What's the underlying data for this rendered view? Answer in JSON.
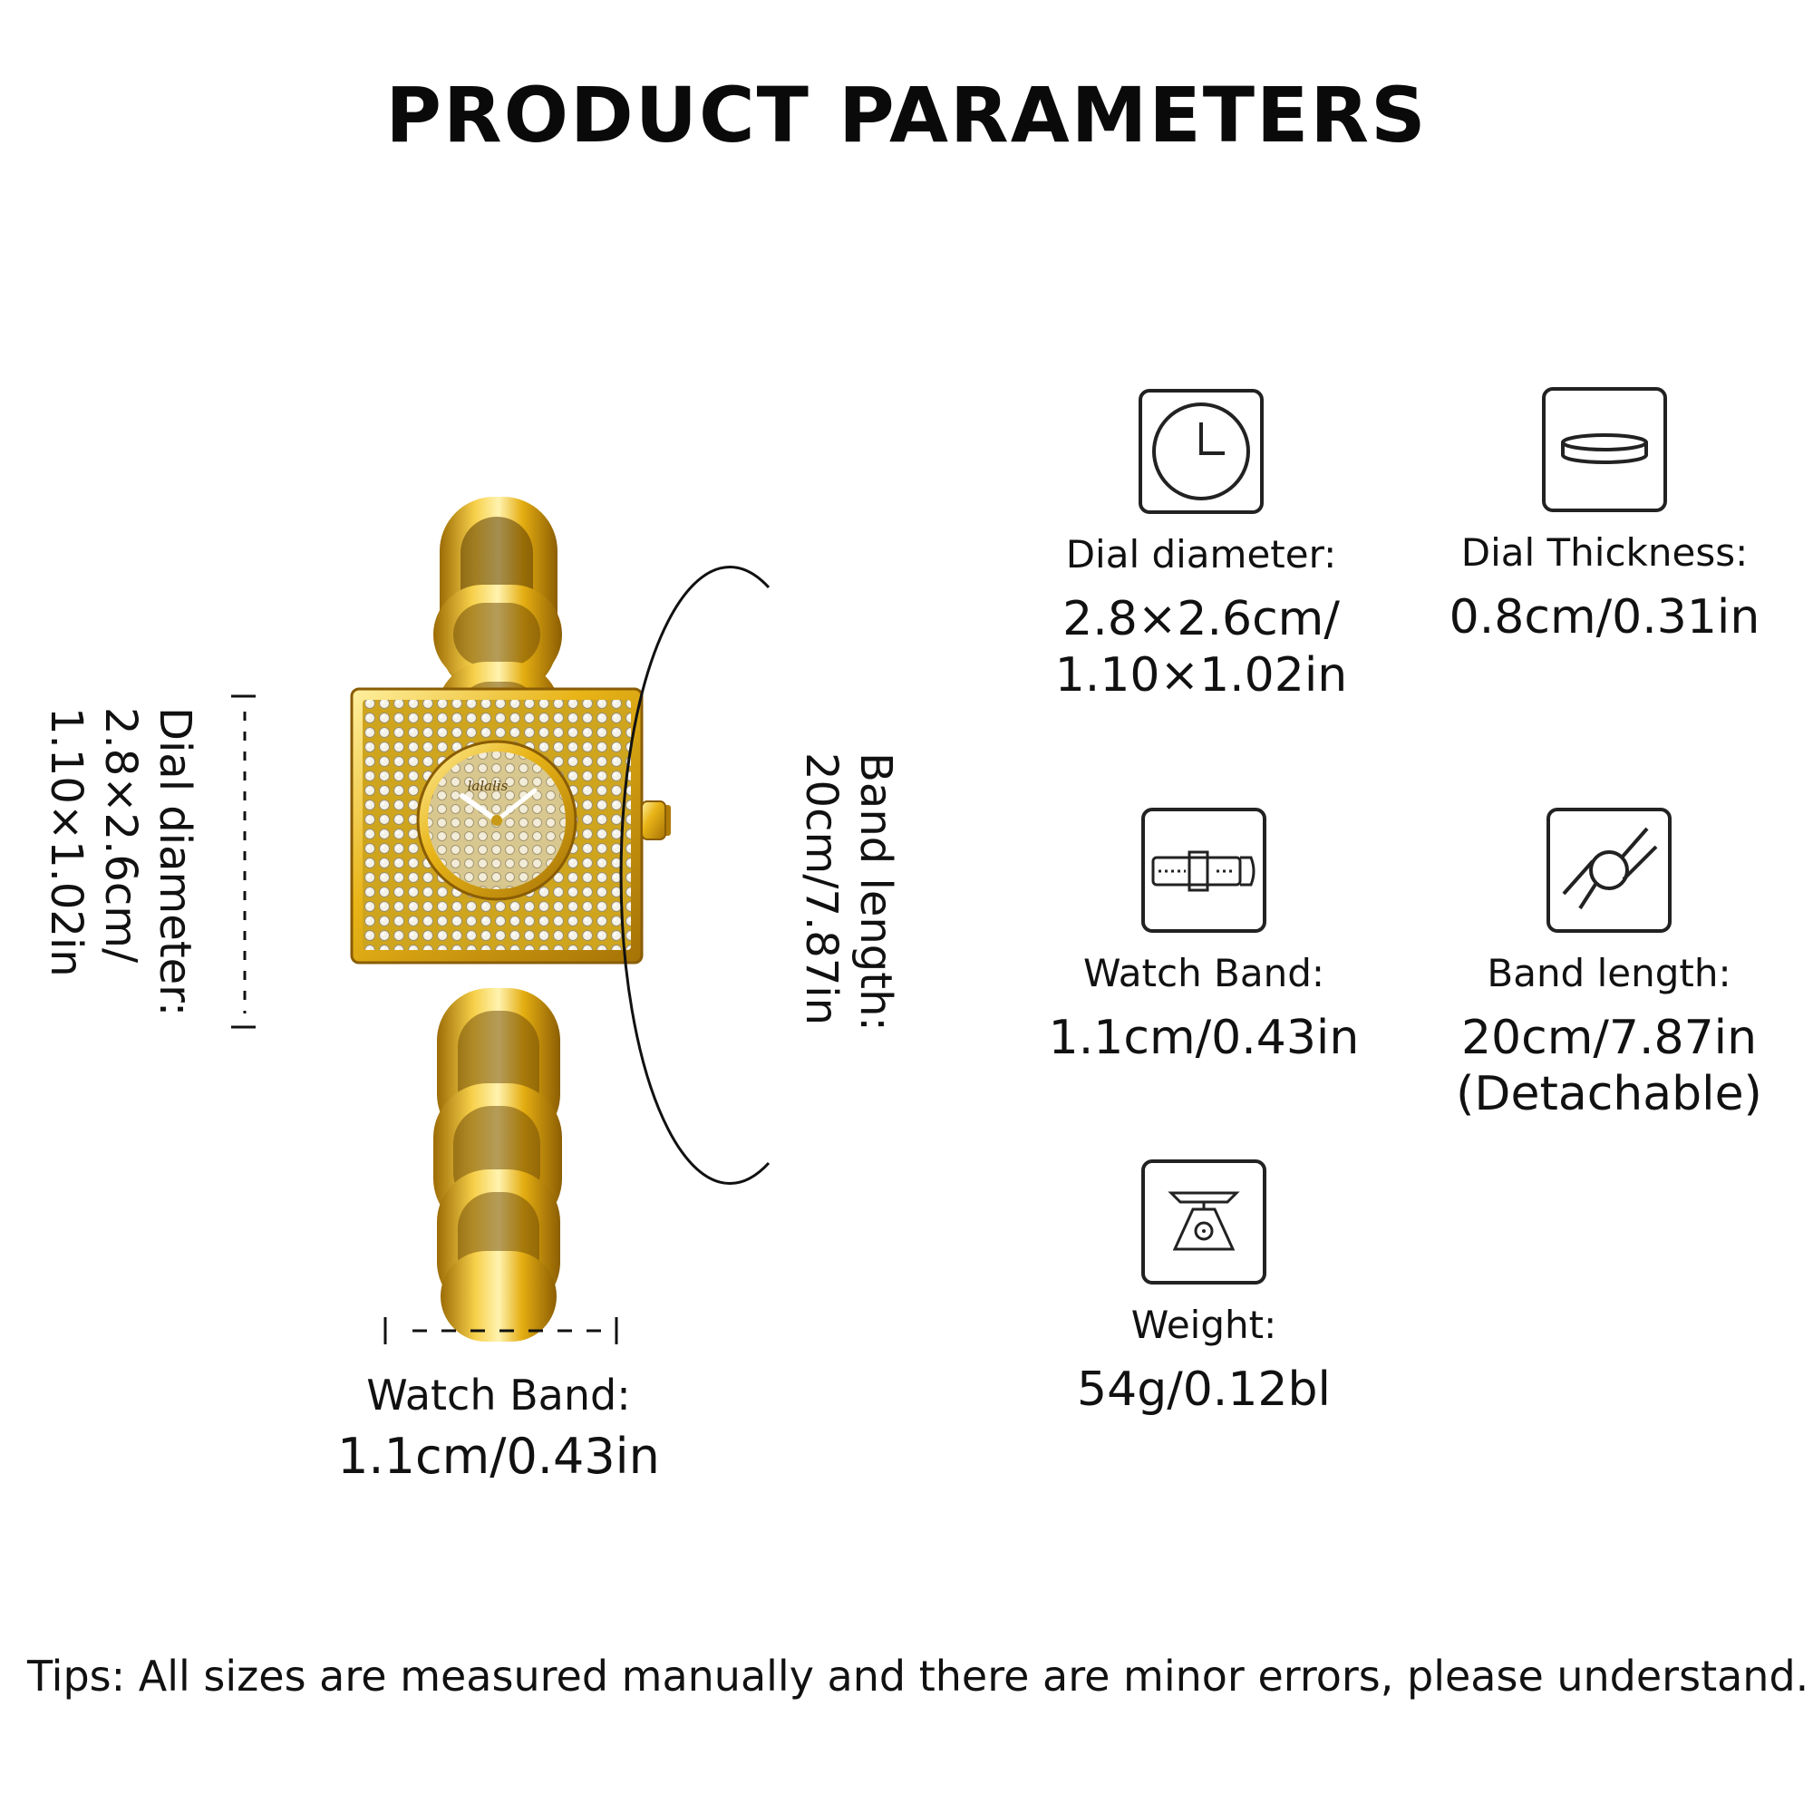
{
  "title": "PRODUCT PARAMETERS",
  "left_annotation": {
    "label": "Dial diameter:",
    "value_line1": "2.8×2.6cm/",
    "value_line2": "1.10×1.02in"
  },
  "loop_annotation": {
    "label": "Band length:",
    "value": "20cm/7.87in"
  },
  "bottom_annotation": {
    "label": "Watch Band:",
    "value": "1.1cm/0.43in"
  },
  "watch": {
    "brand_mark": "lalalis",
    "gold": "#e8b417",
    "gold_dark": "#a87708",
    "gold_light": "#fff1a8"
  },
  "params": [
    {
      "icon": "clock-icon",
      "label": "Dial diameter:",
      "value_line1": "2.8×2.6cm/",
      "value_line2": "1.10×1.02in"
    },
    {
      "icon": "dial-thickness-icon",
      "label": "Dial Thickness:",
      "value_line1": "0.8cm/0.31in",
      "value_line2": ""
    },
    {
      "icon": "strap-icon",
      "label": "Watch Band:",
      "value_line1": "1.1cm/0.43in",
      "value_line2": ""
    },
    {
      "icon": "band-length-icon",
      "label": "Band length:",
      "value_line1": "20cm/7.87in",
      "value_line2": "(Detachable)"
    },
    {
      "icon": "scale-icon",
      "label": "Weight:",
      "value_line1": "54g/0.12bl",
      "value_line2": ""
    }
  ],
  "tips": "Tips: All sizes are measured manually and there are minor errors, please understand."
}
